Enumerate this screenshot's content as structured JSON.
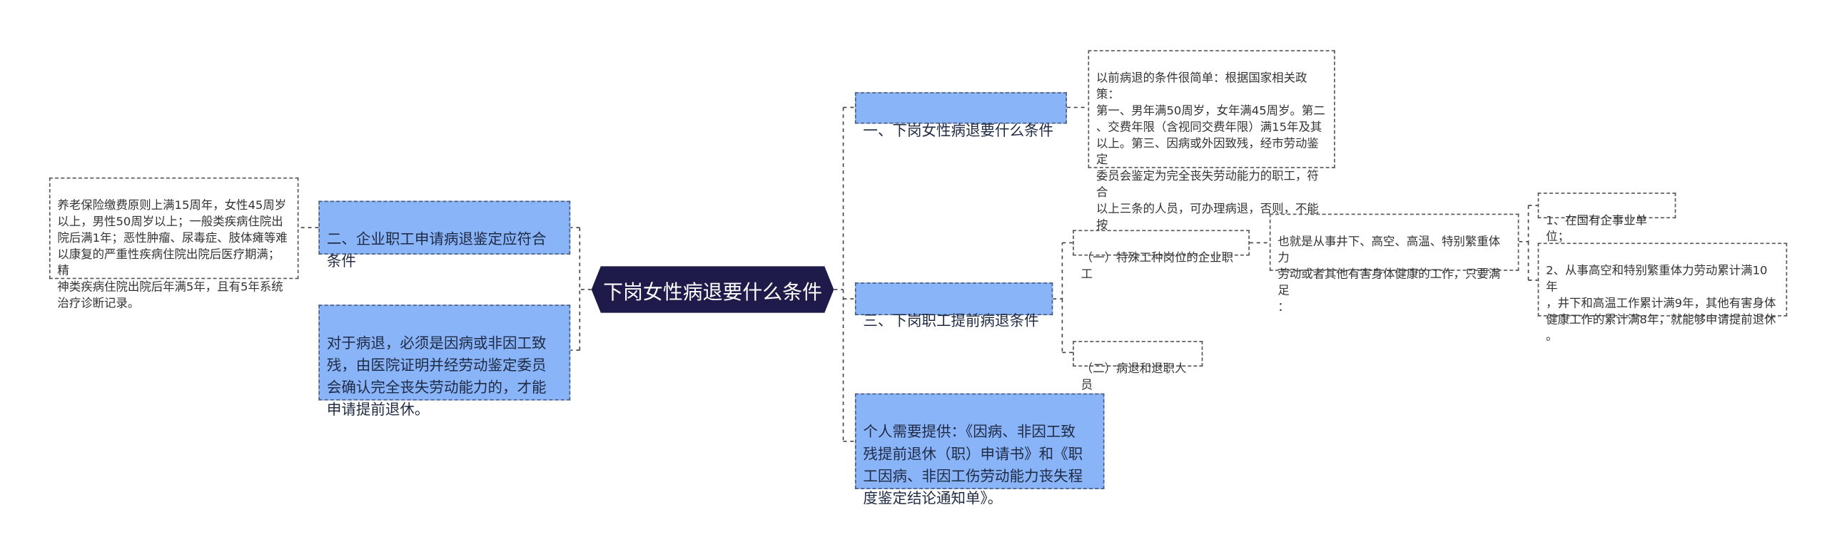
{
  "colors": {
    "root_fill": "#1e1b4b",
    "topic_fill": "#8ab4f8",
    "line": "#444444"
  },
  "root": {
    "label": "下岗女性病退要什么条件"
  },
  "topics": {
    "t1": "一、下岗女性病退要什么条件",
    "t3": "三、下岗职工提前病退条件",
    "t4": "个人需要提供：《因病、非因工致\n残提前退休（职）申请书》和《职\n工因病、非因工伤劳动能力丧失程\n度鉴定结论通知单》。",
    "t2": "二、企业职工申请病退鉴定应符合\n条件",
    "t5": "对于病退，必须是因病或非因工致\n残，由医院证明并经劳动鉴定委员\n会确认完全丧失劳动能力的，才能\n申请提前退休。"
  },
  "notes": {
    "t1_detail": "以前病退的条件很简单：根据国家相关政策：\n第一、男年满50周岁，女年满45周岁。第二\n、交费年限（含视同交费年限）满15年及其\n以上。第三、因病或外因致残，经市劳动鉴定\n委员会鉴定为完全丧失劳动能力的职工，符合\n以上三条的人员，可办理病退，否则，不能按\n因病办理退休。",
    "t2_detail": "养老保险缴费原则上满15周年，女性45周岁\n以上，男性50周岁以上；一般类疾病住院出\n院后满1年；恶性肿瘤、尿毒症、肢体瘫等难\n以康复的严重性疾病住院出院后医疗期满；精\n神类疾病住院出院后年满5年，且有5年系统\n治疗诊断记录。",
    "special": "（一）特殊工种岗位的企业职工",
    "special_detail": "也就是从事井下、高空、高温、特别繁重体力\n劳动或者其他有害身体健康的工作，只要满足\n：",
    "cond1": "1、在国有企事业单位；",
    "cond2": "2、从事高空和特别繁重体力劳动累计满10年\n，井下和高温工作累计满9年，其他有害身体\n健康工作的累计满8年，就能够申请提前退休\n。",
    "sick": "（二）病退和退职人员"
  }
}
